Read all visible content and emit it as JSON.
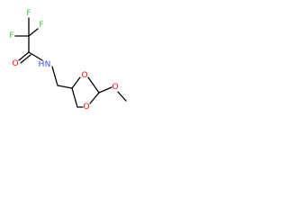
{
  "molecule": {
    "atoms": {
      "f_left": {
        "label": "F",
        "color": "#33cc33"
      },
      "f_top": {
        "label": "F",
        "color": "#33cc33"
      },
      "f_right": {
        "label": "F",
        "color": "#33cc33"
      },
      "o_carbonyl": {
        "label": "O",
        "color": "#ff0d0d"
      },
      "n_amide": {
        "label": "N",
        "color": "#3050f8"
      },
      "h_amide": {
        "label": "H",
        "color": "#3050f8"
      },
      "o_ring_upper": {
        "label": "O",
        "color": "#ff0d0d"
      },
      "o_ring_lower": {
        "label": "O",
        "color": "#ff0d0d"
      },
      "o_methoxy": {
        "label": "O",
        "color": "#ff0d0d"
      }
    },
    "bond_color": "#000000"
  }
}
